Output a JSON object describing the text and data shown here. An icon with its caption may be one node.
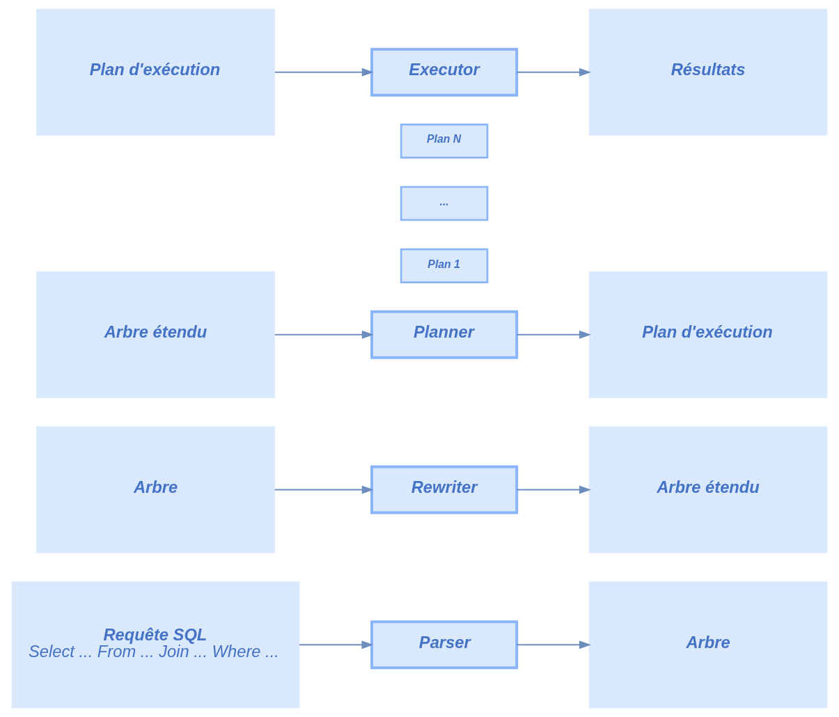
{
  "diagram": {
    "nodes": [
      {
        "text": [
          "Requête SQL",
          "Select ... From ... Join ... Where ..."
        ]
      },
      {
        "text": [
          "Parser"
        ]
      },
      {
        "text": [
          "Arbre"
        ]
      },
      {
        "text": [
          "Arbre"
        ]
      },
      {
        "text": [
          "Rewriter"
        ]
      },
      {
        "text": [
          "Arbre étendu"
        ]
      },
      {
        "text": [
          "Arbre étendu"
        ]
      },
      {
        "text": [
          "Planner"
        ]
      },
      {
        "text": [
          "Plan d'exécution"
        ]
      },
      {
        "text": [
          "Plan 1"
        ]
      },
      {
        "text": [
          "..."
        ]
      },
      {
        "text": [
          "Plan N"
        ]
      },
      {
        "text": [
          "Plan d'exécution"
        ]
      },
      {
        "text": [
          "Executor"
        ]
      },
      {
        "text": [
          "Résultats"
        ]
      }
    ],
    "edges": [
      {
        "from": 0,
        "to": 1,
        "arrow": "to"
      },
      {
        "from": 1,
        "to": 2,
        "arrow": "to"
      },
      {
        "from": 3,
        "to": 4,
        "arrow": "to"
      },
      {
        "from": 4,
        "to": 5,
        "arrow": "to"
      },
      {
        "from": 6,
        "to": 7,
        "arrow": "to"
      },
      {
        "from": 7,
        "to": 8,
        "arrow": "to"
      },
      {
        "from": 12,
        "to": 13,
        "arrow": "to"
      },
      {
        "from": 13,
        "to": 14,
        "arrow": "to"
      }
    ]
  }
}
